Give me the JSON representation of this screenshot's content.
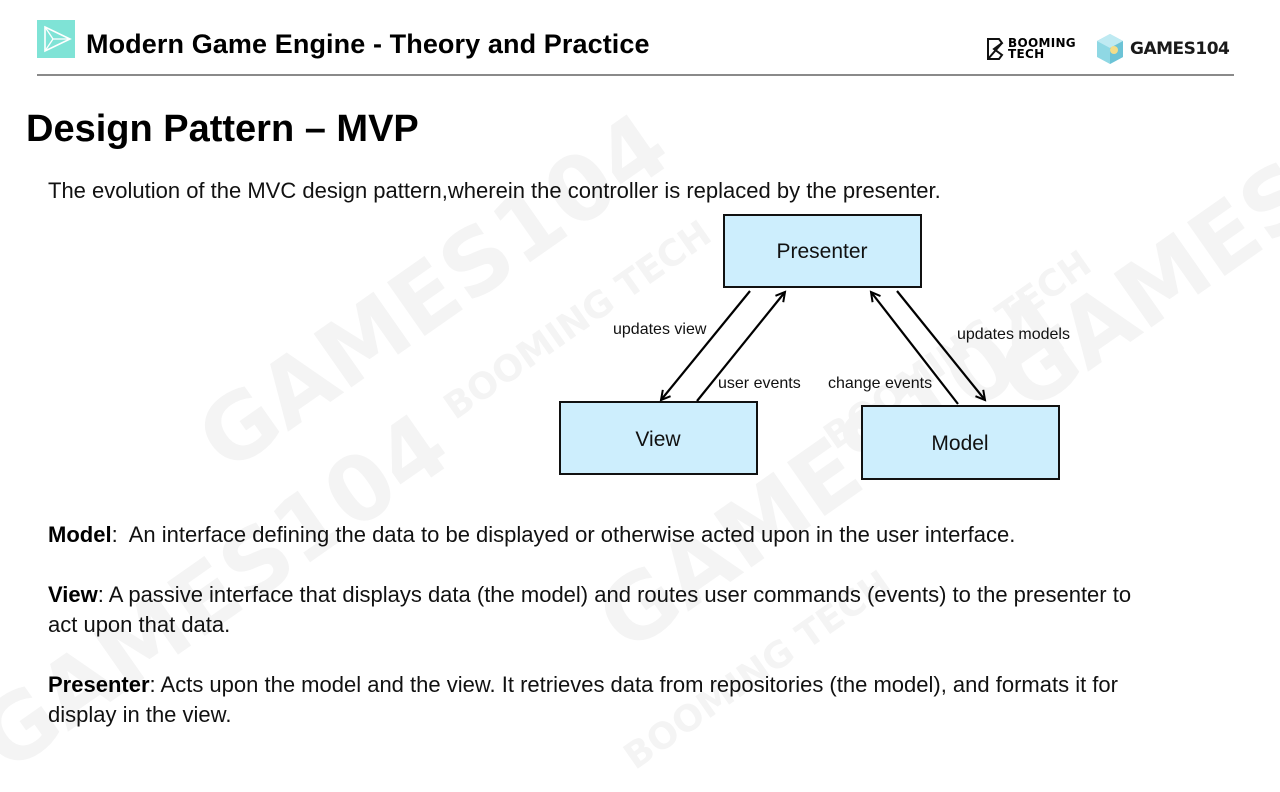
{
  "header": {
    "title": "Modern Game Engine - Theory and Practice",
    "logo_icon": "play-triangle-icon",
    "brand_booming": [
      "BOOMING",
      "TECH"
    ],
    "brand_games": "GAMES104",
    "brand_games_icon": "cube-icon",
    "logo_color": "#7fe3d6"
  },
  "slide": {
    "title": "Design Pattern – MVP",
    "subtitle": "The evolution of the MVC design pattern,wherein the controller is replaced by the presenter."
  },
  "diagram": {
    "box_fill": "#cdeefd",
    "nodes": {
      "presenter": "Presenter",
      "view": "View",
      "model": "Model"
    },
    "edges": {
      "updates_view": "updates view",
      "user_events": "user events",
      "change_events": "change events",
      "updates_models": "updates models"
    }
  },
  "definitions": [
    {
      "term": "Model",
      "sep": ":  ",
      "text": "An interface defining the data to be displayed or otherwise acted upon in the user interface."
    },
    {
      "term": "View",
      "sep": ": ",
      "text": "A passive interface that displays data (the model) and routes user commands (events) to the presenter to act upon that data."
    },
    {
      "term": "Presenter",
      "sep": ": ",
      "text": "Acts upon the model and the view. It retrieves data from repositories (the model), and formats it for display in the view."
    }
  ],
  "watermarks": [
    "GAMES104",
    "BOOMING TECH"
  ]
}
